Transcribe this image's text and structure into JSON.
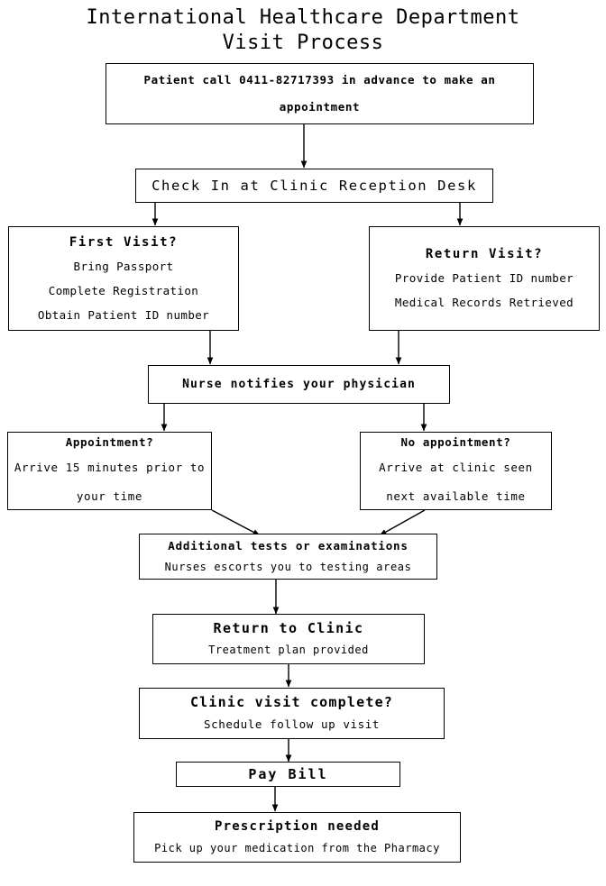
{
  "title": "International Healthcare Department\nVisit Process",
  "colors": {
    "background": "#ffffff",
    "stroke": "#000000",
    "text": "#000000"
  },
  "nodes": {
    "call": {
      "head": "Patient call 0411-82717393 in advance to make an",
      "line1": "appointment"
    },
    "checkin": {
      "head": "Check In at Clinic Reception Desk"
    },
    "first_visit": {
      "head": "First Visit?",
      "line1": "Bring Passport",
      "line2": "Complete Registration",
      "line3": "Obtain Patient ID number"
    },
    "return_visit": {
      "head": "Return Visit?",
      "line1": "Provide Patient ID number",
      "line2": "Medical Records Retrieved"
    },
    "nurse": {
      "head": "Nurse notifies your physician"
    },
    "appointment": {
      "head": "Appointment?",
      "line1": "Arrive 15 minutes prior to your time"
    },
    "no_appointment": {
      "head": "No appointment?",
      "line1": "Arrive at clinic seen next available time"
    },
    "tests": {
      "head": "Additional tests or examinations",
      "line1": "Nurses escorts you to testing areas"
    },
    "return_clinic": {
      "head": "Return to Clinic",
      "line1": "Treatment plan provided"
    },
    "visit_complete": {
      "head": "Clinic visit complete?",
      "line1": "Schedule follow up visit"
    },
    "pay_bill": {
      "head": "Pay Bill"
    },
    "prescription": {
      "head": "Prescription needed",
      "line1": "Pick up your medication from the Pharmacy"
    }
  },
  "connectors": [
    {
      "name": "call-to-checkin",
      "from": "call",
      "to": "checkin",
      "kind": "straight-down"
    },
    {
      "name": "checkin-to-first-visit",
      "from": "checkin",
      "to": "first_visit",
      "kind": "straight-down"
    },
    {
      "name": "checkin-to-return-visit",
      "from": "checkin",
      "to": "return_visit",
      "kind": "straight-down"
    },
    {
      "name": "first-visit-to-nurse",
      "from": "first_visit",
      "to": "nurse",
      "kind": "straight-down"
    },
    {
      "name": "return-visit-to-nurse",
      "from": "return_visit",
      "to": "nurse",
      "kind": "straight-down"
    },
    {
      "name": "nurse-to-appointment",
      "from": "nurse",
      "to": "appointment",
      "kind": "straight-down"
    },
    {
      "name": "nurse-to-no-appointment",
      "from": "nurse",
      "to": "no_appointment",
      "kind": "straight-down"
    },
    {
      "name": "appointment-to-tests",
      "from": "appointment",
      "to": "tests",
      "kind": "diagonal"
    },
    {
      "name": "no-appointment-to-tests",
      "from": "no_appointment",
      "to": "tests",
      "kind": "diagonal"
    },
    {
      "name": "tests-to-return-clinic",
      "from": "tests",
      "to": "return_clinic",
      "kind": "straight-down"
    },
    {
      "name": "return-clinic-to-visit-complete",
      "from": "return_clinic",
      "to": "visit_complete",
      "kind": "straight-down"
    },
    {
      "name": "visit-complete-to-pay-bill",
      "from": "visit_complete",
      "to": "pay_bill",
      "kind": "straight-down"
    },
    {
      "name": "pay-bill-to-prescription",
      "from": "pay_bill",
      "to": "prescription",
      "kind": "straight-down"
    }
  ]
}
